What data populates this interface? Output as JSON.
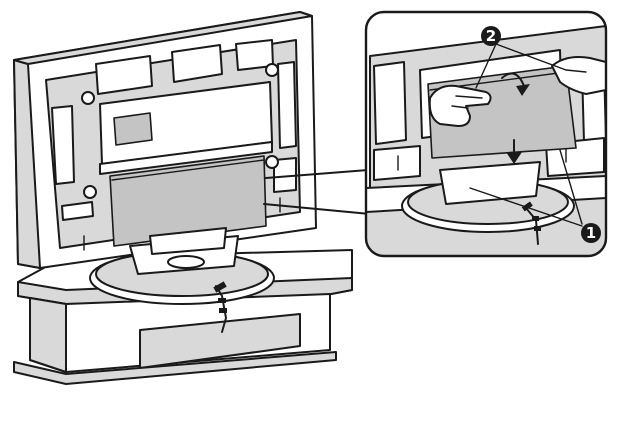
{
  "callouts": [
    {
      "id": "1",
      "label": "1"
    },
    {
      "id": "2",
      "label": "2"
    }
  ],
  "colors": {
    "line": "#1a1a1a",
    "panel_fill": "#d9d9d9",
    "cover_fill": "#c4c4c4",
    "background": "#ffffff"
  },
  "icons": [
    "arrow-lift-icon",
    "arrow-down-icon",
    "hand-icon"
  ]
}
